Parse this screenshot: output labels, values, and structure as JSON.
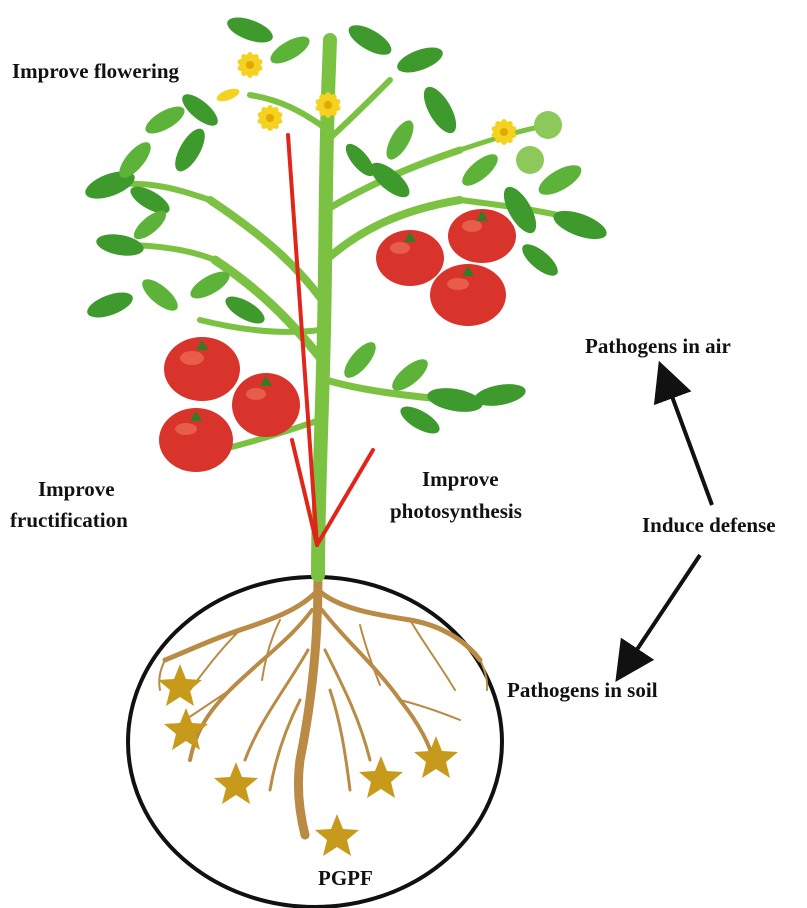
{
  "labels": {
    "flowering": "Improve flowering",
    "fructification_line1": "Improve",
    "fructification_line2": "fructification",
    "photosynthesis_line1": "Improve",
    "photosynthesis_line2": "photosynthesis",
    "pathogens_air": "Pathogens in air",
    "induce_defense": "Induce defense",
    "pathogens_soil": "Pathogens in soil",
    "pgpf": "PGPF"
  },
  "colors": {
    "stem": "#7cc242",
    "leaf": "#3f9a2e",
    "leaf_light": "#5db33a",
    "tomato": "#d9342b",
    "tomato_highlight": "#f07a5e",
    "green_fruit": "#8dc95a",
    "flower": "#f4d21f",
    "root": "#b98b45",
    "star": "#c79a1c",
    "red_arrow": "#e0261b",
    "arrow": "#111111",
    "soil_outline": "#111111"
  }
}
